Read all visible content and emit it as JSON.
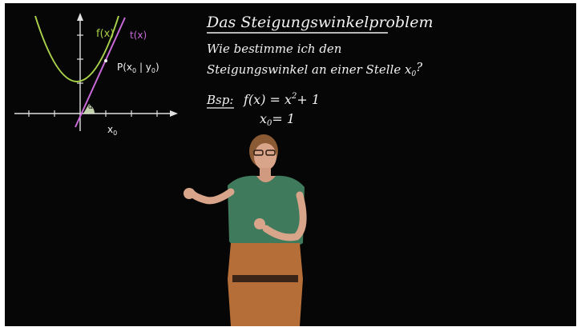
{
  "board": {
    "title": "Das Steigungswinkelproblem",
    "question_line1": "Wie bestimme ich den",
    "question_line2": "Steigungswinkel an einer Stelle x",
    "question_line2_sub": "0",
    "question_line2_end": "?",
    "example_label": "Bsp:",
    "example_fx": "f(x) = x",
    "example_exp": "2",
    "example_rest": "+ 1",
    "x0_main": "x",
    "x0_sub": "0",
    "x0_value": "= 1"
  },
  "graph": {
    "f_label": "f(x)",
    "t_label": "t(x)",
    "point_label_a": "P(x",
    "point_label_sub0": "0",
    "point_label_b": " | y",
    "point_label_sub1": "0",
    "point_label_c": ")",
    "angle_label": "α",
    "x_axis_label": "x",
    "x_axis_sub": "0"
  },
  "colors": {
    "background": "#060606",
    "chalk": "#f2f2f2",
    "parabola": "#a8d04a",
    "tangent": "#c86ad8",
    "angle_fill": "#d9e8c0"
  }
}
